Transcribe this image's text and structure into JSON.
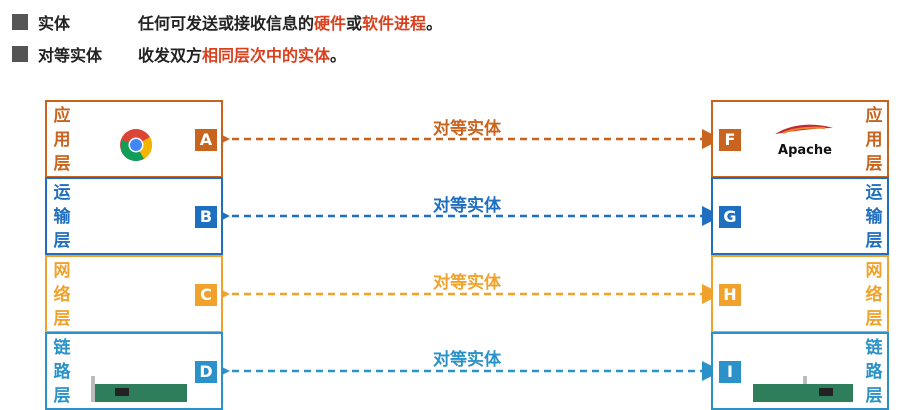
{
  "definitions": [
    {
      "term": "实体",
      "parts": [
        {
          "text": "任何可发送或接收信息的",
          "highlight": false
        },
        {
          "text": "硬件",
          "highlight": true
        },
        {
          "text": "或",
          "highlight": false
        },
        {
          "text": "软件进程",
          "highlight": true
        },
        {
          "text": "。",
          "highlight": false
        }
      ]
    },
    {
      "term": "对等实体",
      "parts": [
        {
          "text": "收发双方",
          "highlight": false
        },
        {
          "text": "相同层次中的实体",
          "highlight": true
        },
        {
          "text": "。",
          "highlight": false
        }
      ]
    }
  ],
  "layers": [
    {
      "name": [
        "应",
        "用",
        "层"
      ],
      "left_badge": "A",
      "right_badge": "F",
      "color": "#c8641e",
      "peer": "对等实体"
    },
    {
      "name": [
        "运",
        "输",
        "层"
      ],
      "left_badge": "B",
      "right_badge": "G",
      "color": "#1f6fc0",
      "peer": "对等实体"
    },
    {
      "name": [
        "网",
        "络",
        "层"
      ],
      "left_badge": "C",
      "right_badge": "H",
      "color": "#f0a22c",
      "peer": "对等实体"
    },
    {
      "name": [
        "链",
        "路",
        "层"
      ],
      "left_badge": "D",
      "right_badge": "I",
      "color": "#2a92c8",
      "peer": "对等实体"
    }
  ],
  "icons": {
    "left_app": "chrome-icon",
    "right_app": "apache-feather-icon",
    "right_app_label": "Apache",
    "nic": "network-card-icon"
  },
  "colors": {
    "highlight": "#d9411e",
    "square": "#555555"
  }
}
